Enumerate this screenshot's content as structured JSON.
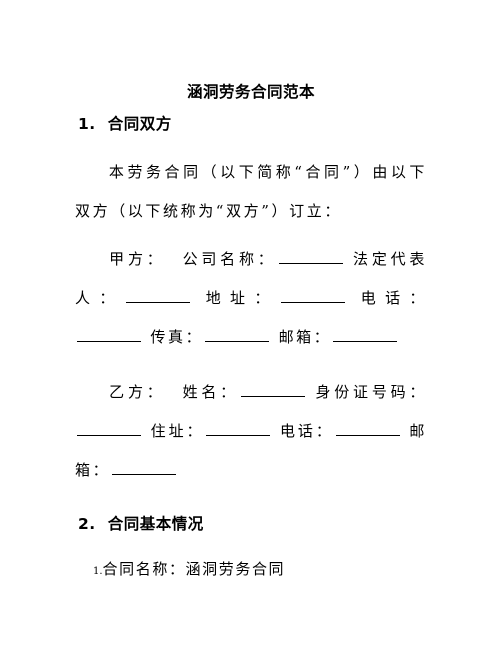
{
  "document": {
    "title": "涵洞劳务合同范本",
    "section1": {
      "number": "1.",
      "heading": "合同双方"
    },
    "intro": "本劳务合同（以下简称“合同”）由以下双方（以下统称为“双方”）订立：",
    "party_a": {
      "label": "甲方：",
      "company_label": "公司名称：",
      "rep_label": "法定代表人：",
      "address_label": "地址：",
      "phone_label": "电话：",
      "fax_label": "传真：",
      "email_label": "邮箱："
    },
    "party_b": {
      "label": "乙方：",
      "name_label": "姓名：",
      "id_label": "身份证号码：",
      "address_label": "住址：",
      "phone_label": "电话：",
      "email_label": "邮箱："
    },
    "section2": {
      "number": "2.",
      "heading": "合同基本情况"
    },
    "item1": {
      "number": "1.",
      "text": "合同名称：涵洞劳务合同"
    }
  }
}
